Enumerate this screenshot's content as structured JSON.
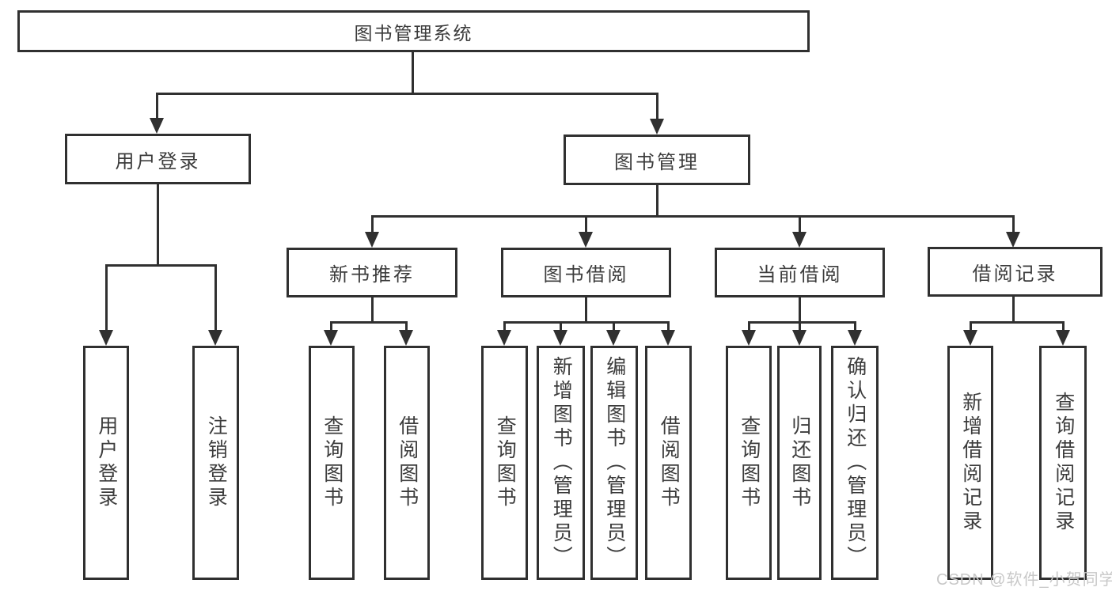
{
  "nodes": {
    "root": "图书管理系统",
    "level2": [
      "用户登录",
      "图书管理"
    ],
    "level3": [
      "新书推荐",
      "图书借阅",
      "当前借阅",
      "借阅记录"
    ],
    "leaves": {
      "user_login": [
        "用户登录",
        "注销登录"
      ],
      "new_books": [
        "查询图书",
        "借阅图书"
      ],
      "book_borrow": [
        "查询图书",
        "新增图书（管理员）",
        "编辑图书（管理员）",
        "借阅图书"
      ],
      "current_borrow": [
        "查询图书",
        "归还图书",
        "确认归还（管理员）"
      ],
      "borrow_records": [
        "新增借阅记录",
        "查询借阅记录"
      ]
    }
  },
  "watermark": "CSDN @软件_小贺同学",
  "colors": {
    "line": "#303030",
    "text": "#3c3c3c",
    "watermark": "#c8c8c8",
    "background": "#ffffff"
  }
}
